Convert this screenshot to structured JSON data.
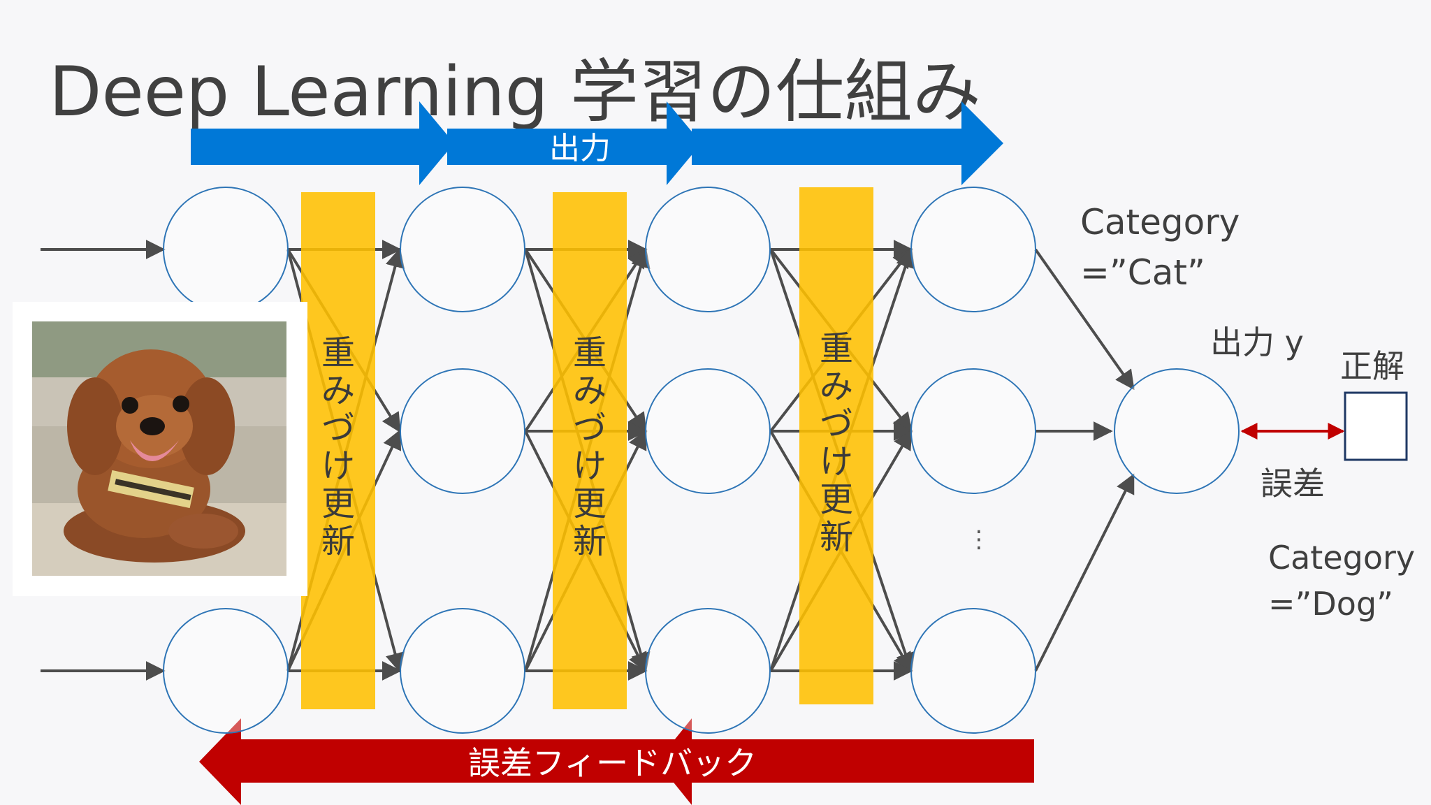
{
  "title": "Deep Learning 学習の仕組み",
  "forward_arrow": {
    "label": "出力",
    "color": "#0078d7"
  },
  "backward_arrow": {
    "label": "誤差フィードバック",
    "color": "#c00000"
  },
  "weight_update_label": [
    "重",
    "み",
    "づ",
    "け",
    "更",
    "新"
  ],
  "weight_bar_color": "#ffc000",
  "output_labels": {
    "category_cat_line1": "Category",
    "category_cat_line2": "=”Cat”",
    "output_y": "出力 y",
    "correct": "正解",
    "error": "誤差",
    "category_dog_line1": "Category",
    "category_dog_line2": "=”Dog”",
    "ellipsis": "⋮"
  },
  "colors": {
    "node_stroke": "#2e75b6",
    "error_arrow": "#c00000",
    "answer_box": "#1f3864",
    "edge": "#4d4d4d"
  }
}
